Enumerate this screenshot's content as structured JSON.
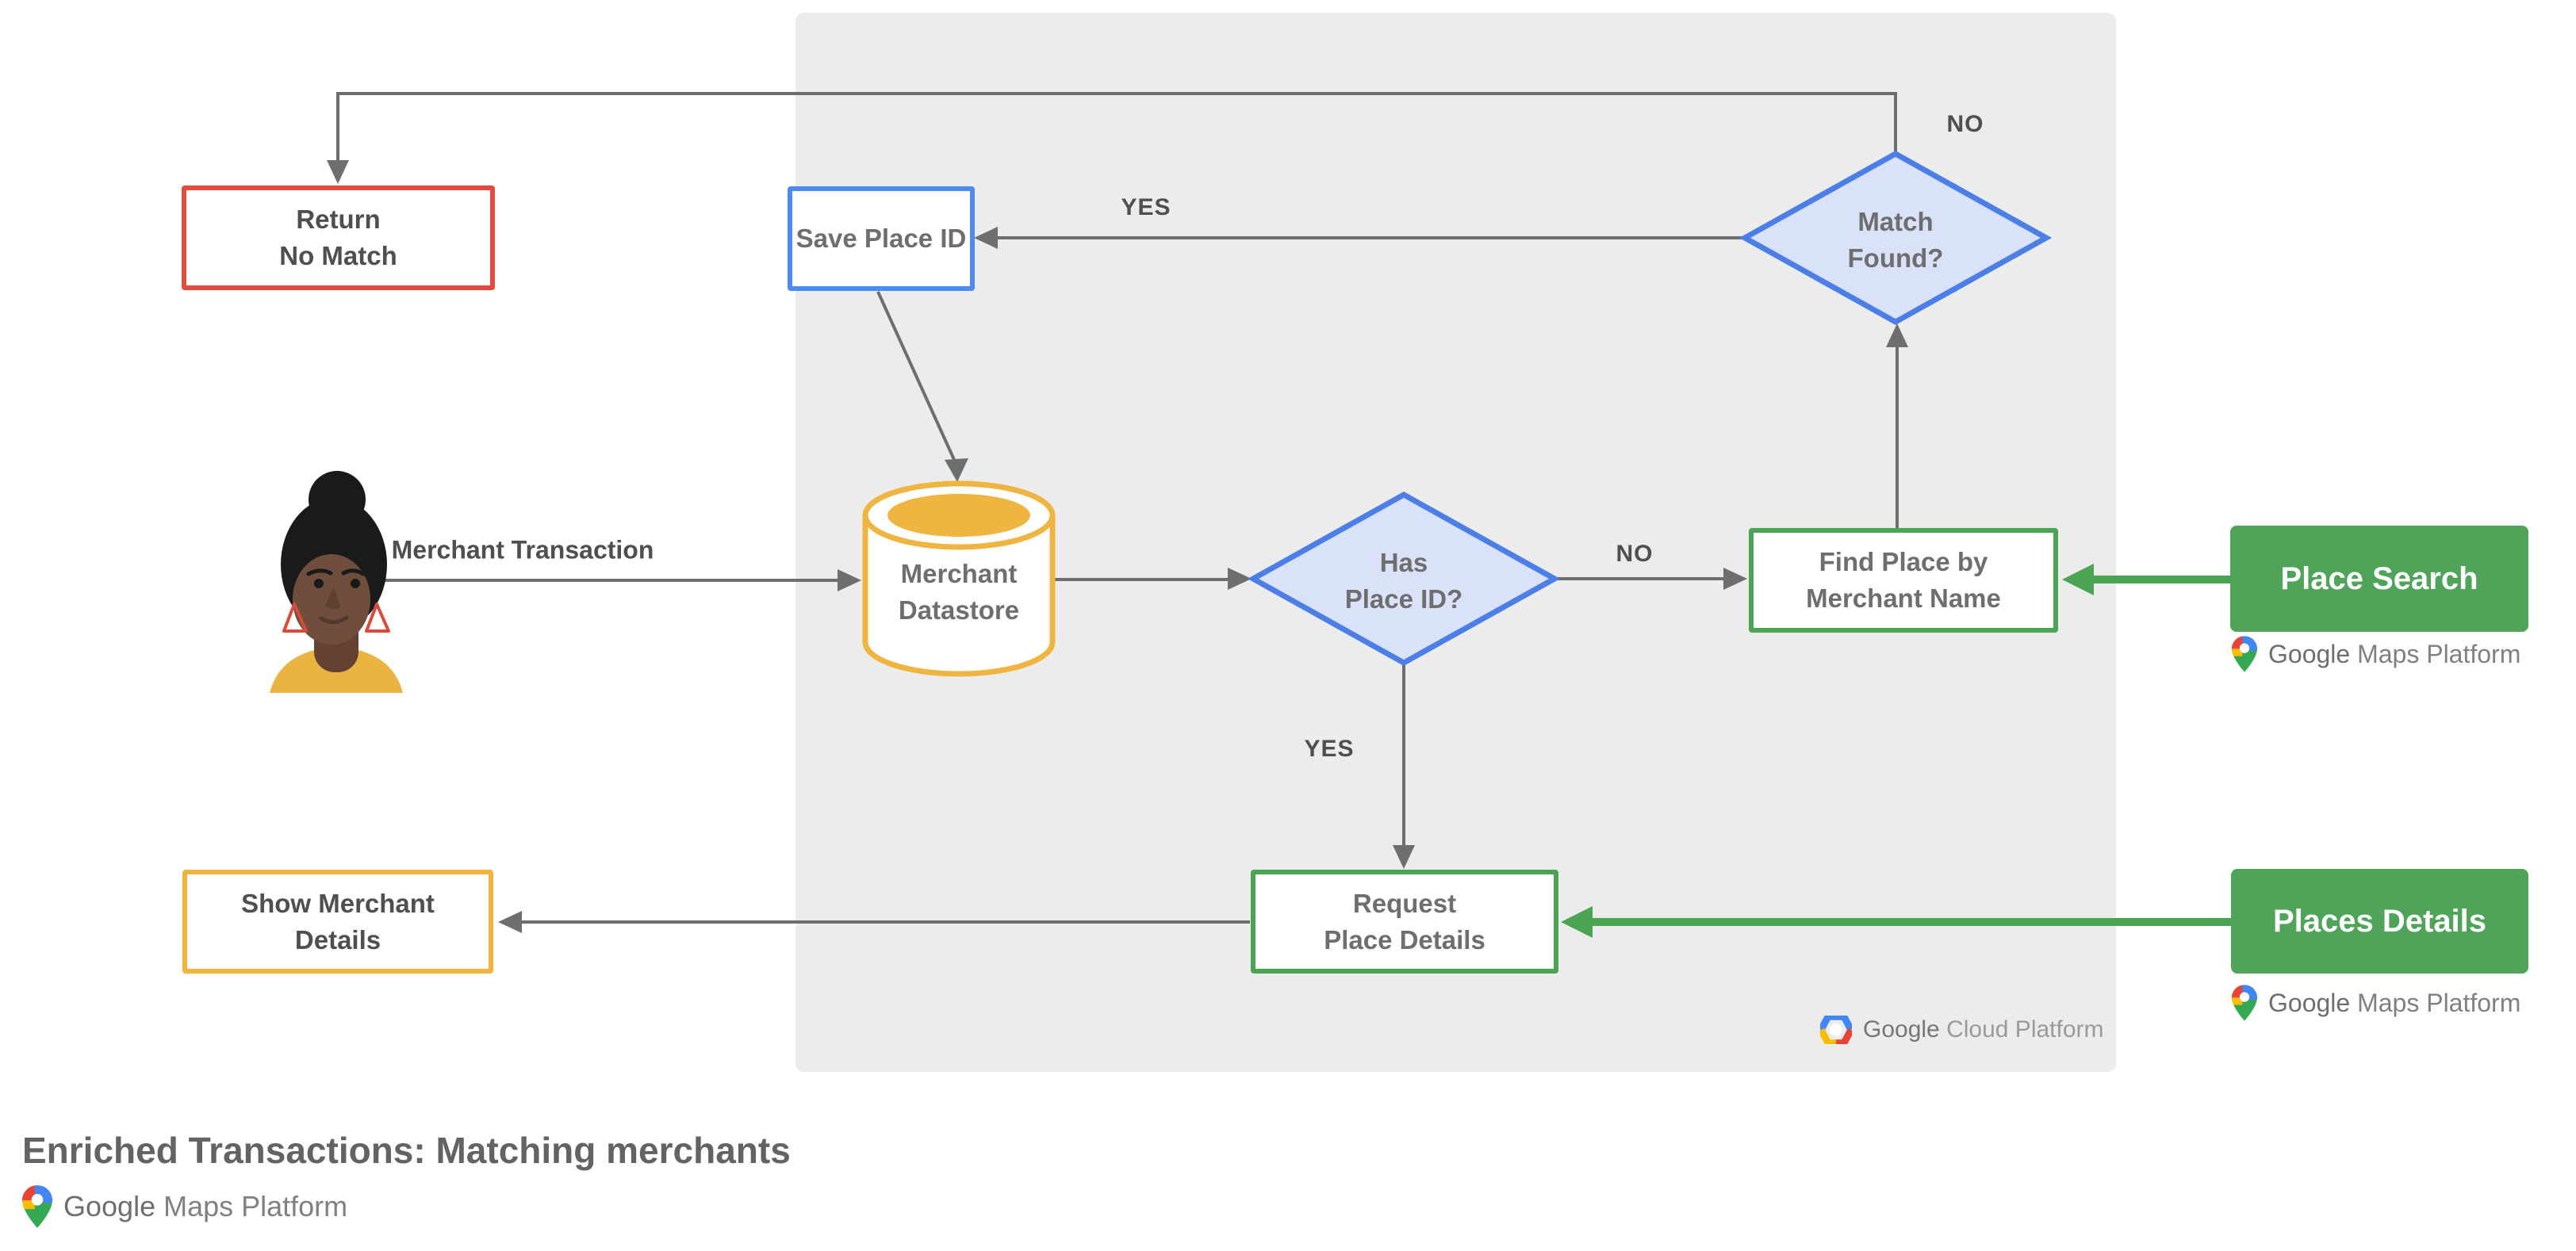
{
  "title": "Enriched Transactions: Matching merchants",
  "labels": {
    "merchant_transaction": "Merchant Transaction",
    "yes_top": "YES",
    "no_top": "NO",
    "no_mid": "NO",
    "yes_bottom": "YES"
  },
  "nodes": {
    "return_no_match": {
      "lines": [
        "Return",
        "No Match"
      ]
    },
    "save_place_id": {
      "lines": [
        "Save Place ID"
      ]
    },
    "merchant_datastore": {
      "lines": [
        "Merchant",
        "Datastore"
      ]
    },
    "has_place_id": {
      "lines": [
        "Has",
        "Place ID?"
      ]
    },
    "match_found": {
      "lines": [
        "Match",
        "Found?"
      ]
    },
    "find_place_by_merchant_name": {
      "lines": [
        "Find Place by",
        "Merchant Name"
      ]
    },
    "request_place_details": {
      "lines": [
        "Request",
        "Place Details"
      ]
    },
    "show_merchant_details": {
      "lines": [
        "Show Merchant",
        "Details"
      ]
    },
    "place_search": {
      "label": "Place Search"
    },
    "places_details": {
      "label": "Places Details"
    }
  },
  "logos": {
    "gcp": {
      "google": "Google",
      "rest": " Cloud Platform"
    },
    "gmp_place_search": {
      "google": "Google",
      "rest": " Maps Platform"
    },
    "gmp_places_details": {
      "google": "Google",
      "rest": " Maps Platform"
    },
    "gmp_footer": {
      "google": "Google",
      "rest": " Maps Platform"
    }
  },
  "colors": {
    "panel_bg": "#ececec",
    "red": "#e5493d",
    "blue": "#4c8bf4",
    "diamond_stroke": "#4c7ee8",
    "diamond_fill": "#d9e2f8",
    "yellow": "#f0b440",
    "green_border": "#4ba454",
    "green_fill": "#4fa45a",
    "connector_gray": "#6e6e6e",
    "text_dark": "#4f4f4f",
    "text_medium": "#6e6e6e",
    "google_red": "#ea4335",
    "google_blue": "#4285f4",
    "google_yellow": "#fbbc04",
    "google_green": "#34a853"
  }
}
